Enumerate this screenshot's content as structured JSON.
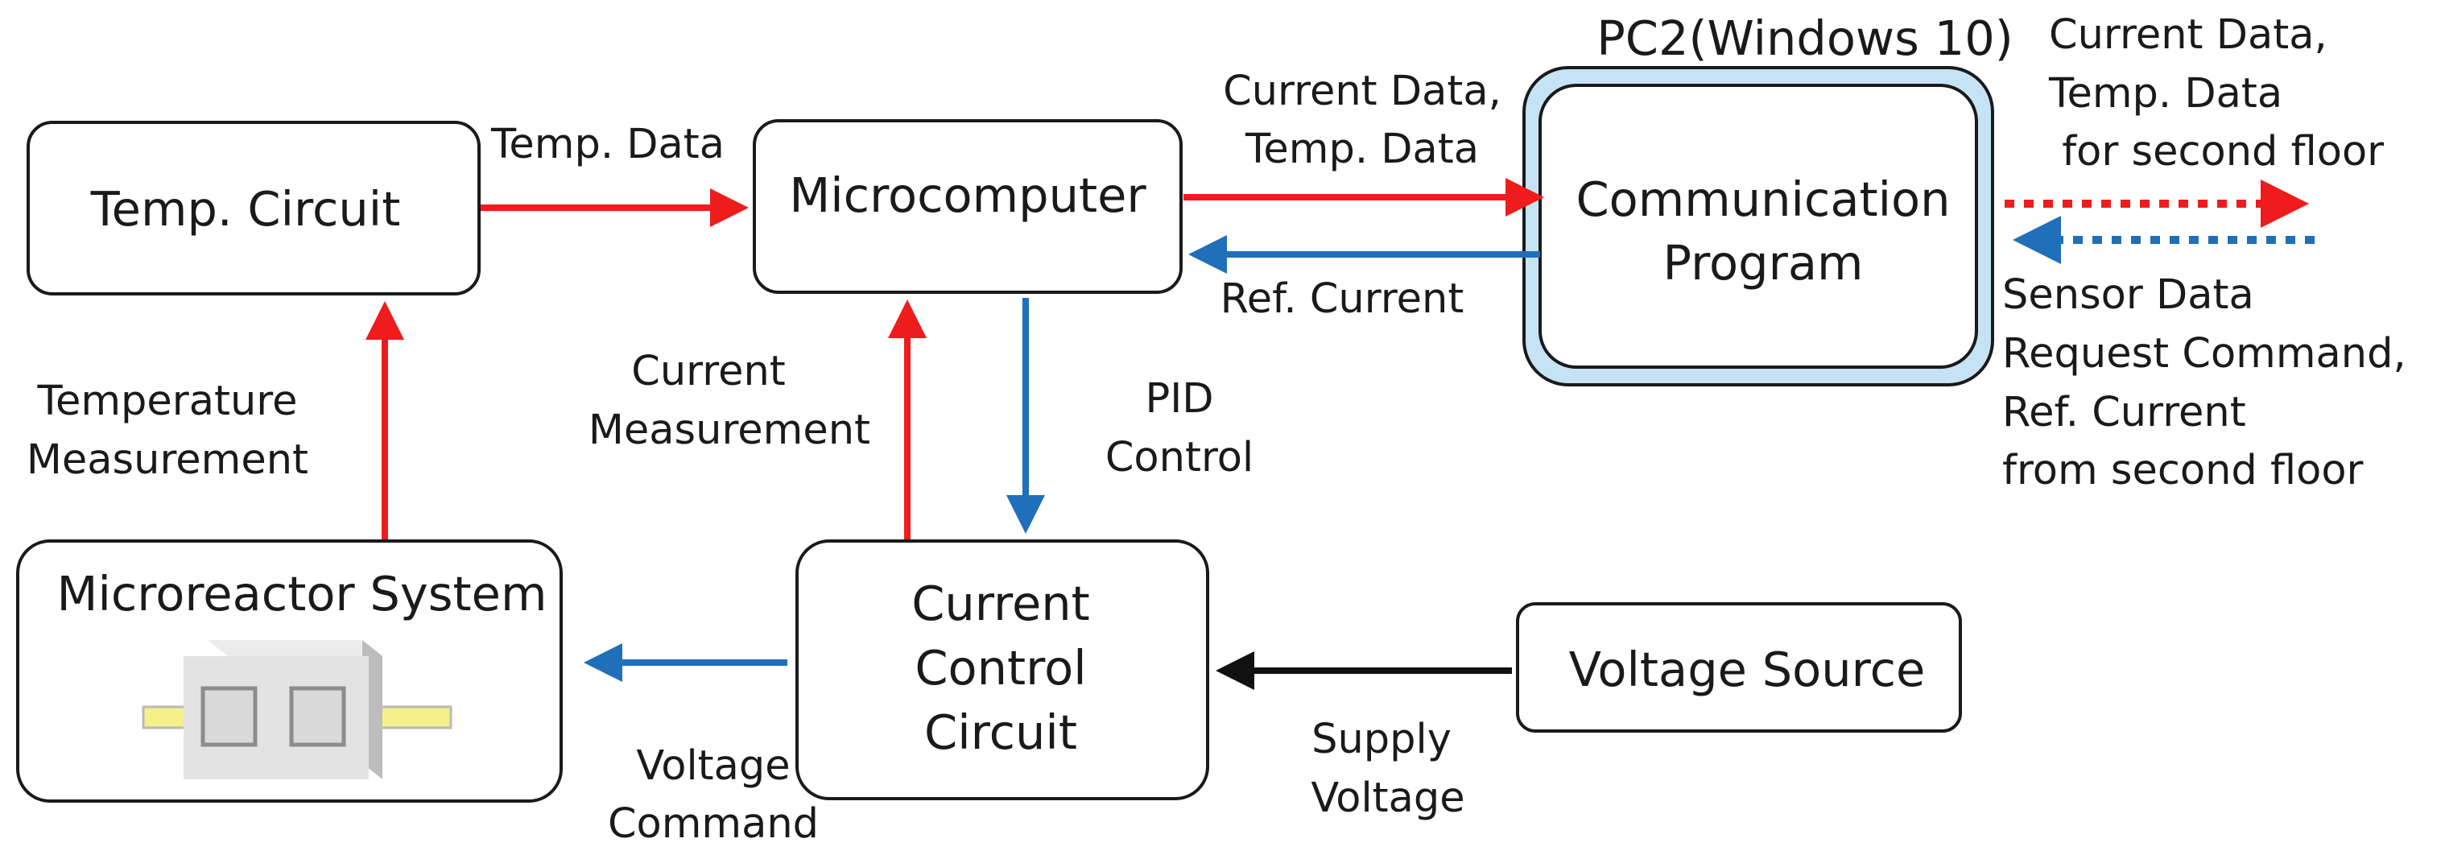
{
  "blocks": {
    "temp_circuit": "Temp. Circuit",
    "microcomputer": "Microcomputer",
    "pc2_title": "PC2(Windows 10)",
    "comm_program": [
      "Communication",
      "Program"
    ],
    "microreactor": "Microreactor System",
    "current_control": [
      "Current",
      "Control",
      "Circuit"
    ],
    "voltage_source": "Voltage Source"
  },
  "labels": {
    "temp_data": "Temp. Data",
    "current_temp_data": [
      "Current Data,",
      "Temp. Data"
    ],
    "ref_current": "Ref. Current",
    "temperature_measurement": [
      "Temperature",
      "Measurement"
    ],
    "current_measurement": [
      "Current",
      "Measurement"
    ],
    "pid_control": [
      "PID",
      "Control"
    ],
    "voltage_command": [
      "Voltage",
      "Command"
    ],
    "supply_voltage": [
      "Supply",
      "Voltage"
    ],
    "to_second_floor": [
      "Current Data,",
      "Temp. Data",
      " for second floor"
    ],
    "from_second_floor": [
      "Sensor Data",
      "Request Command,",
      "Ref. Current",
      "from second floor"
    ]
  },
  "colors": {
    "red_arrow": "#ee1c1c",
    "blue_arrow": "#1f6fba",
    "black_arrow": "#111111",
    "pc_frame": "#c5e3f5",
    "rail": "#f5f08a"
  }
}
